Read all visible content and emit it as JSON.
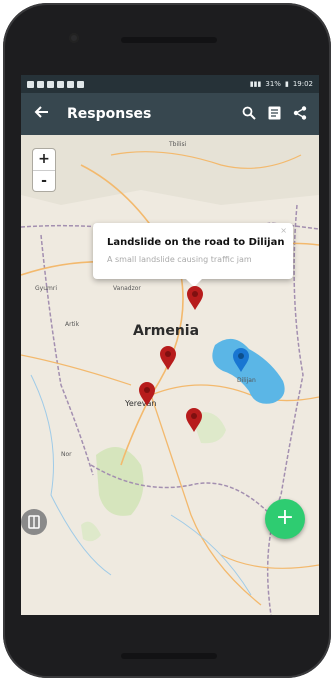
{
  "status_bar": {
    "time": "19:02",
    "battery": "31%"
  },
  "app_bar": {
    "title": "Responses",
    "icons": [
      "back-arrow-icon",
      "search-icon",
      "document-icon",
      "share-icon"
    ]
  },
  "map": {
    "country": "Armenia",
    "labels": [
      "Tbilisi",
      "Dilijan",
      "Yerevan",
      "Vanadzor",
      "Artik",
      "Gyumri",
      "Nor"
    ],
    "zoom_in": "+",
    "zoom_out": "-"
  },
  "popup": {
    "title": "Landslide on the road to Dilijan",
    "description": "A small landslide causing traffic jam"
  },
  "pins": [
    {
      "color": "#b71c1c"
    },
    {
      "color": "#b71c1c"
    },
    {
      "color": "#b71c1c"
    },
    {
      "color": "#b71c1c"
    },
    {
      "color": "#1976d2"
    }
  ],
  "fab": {
    "label": "+"
  },
  "colors": {
    "appbar": "#37474f",
    "statusbar": "#263238",
    "fab": "#2ecc71",
    "lake": "#5bb6e6"
  }
}
